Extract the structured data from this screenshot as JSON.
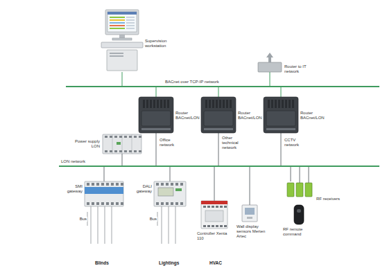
{
  "diagram": {
    "nodes": [
      {
        "text": [
          "Supervision workstation"
        ]
      },
      {
        "text": [
          "BACnet over TCP-IP network"
        ]
      },
      {
        "text": [
          "Router to IT network"
        ]
      },
      {
        "text": [
          "Router BACnet/LON"
        ]
      },
      {
        "text": [
          "Router BACnet/LON"
        ]
      },
      {
        "text": [
          "Router BACnet/LON"
        ]
      },
      {
        "text": [
          "Power supply LON"
        ]
      },
      {
        "text": [
          "LON network"
        ]
      },
      {
        "text": [
          "SMI gateway"
        ]
      },
      {
        "text": [
          "DALI gateway"
        ]
      },
      {
        "text": [
          "Controller Xenta 110"
        ]
      },
      {
        "text": [
          "Wall display sensors Merten Artec"
        ]
      },
      {
        "text": [
          "RF receivers"
        ]
      },
      {
        "text": [
          "RF remote command"
        ]
      }
    ],
    "edges": [
      {
        "from": 0,
        "to": 1,
        "arrow": "none"
      },
      {
        "from": 2,
        "to": 1,
        "arrow": "none"
      },
      {
        "from": 3,
        "to": 1,
        "arrow": "none"
      },
      {
        "from": 4,
        "to": 1,
        "arrow": "none"
      },
      {
        "from": 5,
        "to": 1,
        "arrow": "none"
      },
      {
        "from": 3,
        "to": 7,
        "label": "Office network",
        "arrow": "none"
      },
      {
        "from": 4,
        "to": 7,
        "label": "Other technical network",
        "arrow": "none"
      },
      {
        "from": 5,
        "to": 7,
        "label": "CCTV network",
        "arrow": "none"
      },
      {
        "from": 6,
        "to": 7,
        "arrow": "none"
      },
      {
        "from": 8,
        "to": 7,
        "arrow": "none"
      },
      {
        "from": 9,
        "to": 7,
        "arrow": "none"
      },
      {
        "from": 10,
        "to": 7,
        "arrow": "none"
      },
      {
        "from": 11,
        "to": 7,
        "arrow": "none"
      },
      {
        "from": 12,
        "to": 7,
        "arrow": "none"
      }
    ],
    "labels": [
      "Bus",
      "Bus",
      "Blinds",
      "Lightings",
      "HVAC"
    ]
  }
}
